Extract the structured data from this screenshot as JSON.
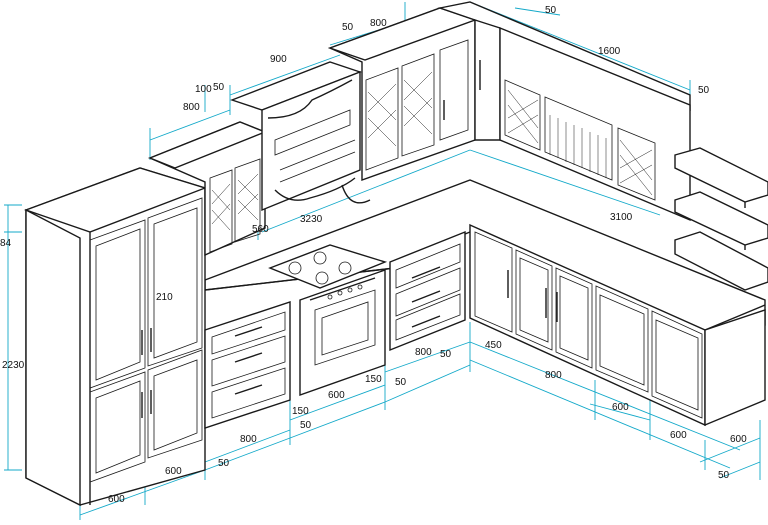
{
  "diagram": {
    "dimension_color": "#13a9c9",
    "line_color": "#1a1a1a",
    "labels": {
      "d_50_top_right": "50",
      "d_800_top": "800",
      "d_50_top": "50",
      "d_1600": "1600",
      "d_50_right": "50",
      "d_900": "900",
      "d_50_upper_left": "50",
      "d_100": "100",
      "d_800_upper_left": "800",
      "d_3230": "3230",
      "d_3100": "3100",
      "d_560": "560",
      "d_84": "84",
      "d_210": "210",
      "d_2230": "2230",
      "d_800_mid": "800",
      "d_50_mid": "50",
      "d_450": "450",
      "d_800_right": "800",
      "d_150_a": "150",
      "d_150_b": "150",
      "d_600_oven": "600",
      "d_50_oven": "50",
      "d_50_lower": "50",
      "d_800_bottom": "800",
      "d_600_right_a": "600",
      "d_600_right_b": "600",
      "d_600_far_right": "600",
      "d_50_far_right": "50",
      "d_600_bottom_a": "600",
      "d_600_bottom_b": "600",
      "d_50_bottom": "50"
    }
  }
}
